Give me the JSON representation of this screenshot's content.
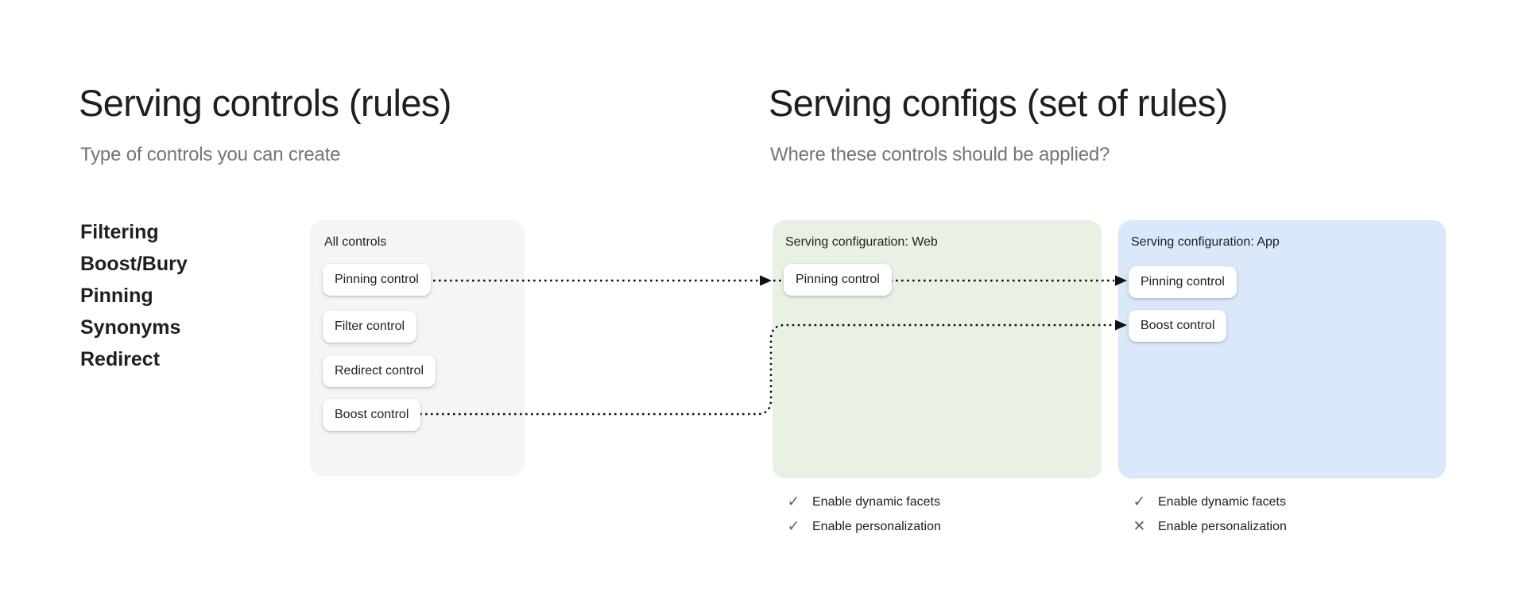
{
  "left_panel": {
    "title": "Serving controls (rules)",
    "subtitle": "Type of controls you can create",
    "control_types": [
      "Filtering",
      "Boost/Bury",
      "Pinning",
      "Synonyms",
      "Redirect"
    ],
    "all_controls_card": {
      "label": "All controls",
      "background": "#f5f5f5",
      "controls": [
        "Pinning control",
        "Filter control",
        "Redirect control",
        "Boost control"
      ]
    }
  },
  "right_panel": {
    "title": "Serving configs (set of rules)",
    "subtitle": "Where these controls should be applied?",
    "configs": [
      {
        "label": "Serving configuration: Web",
        "background": "#e9f1e5",
        "controls": [
          "Pinning control"
        ],
        "features": [
          {
            "label": "Enable dynamic facets",
            "enabled": true,
            "mark": "✓",
            "icon": "check-icon"
          },
          {
            "label": "Enable personalization",
            "enabled": true,
            "mark": "✓",
            "icon": "check-icon"
          }
        ]
      },
      {
        "label": "Serving configuration: App",
        "background": "#d9e9f9",
        "controls": [
          "Pinning control",
          "Boost control"
        ],
        "features": [
          {
            "label": "Enable dynamic facets",
            "enabled": true,
            "mark": "✓",
            "icon": "check-icon"
          },
          {
            "label": "Enable personalization",
            "enabled": false,
            "mark": "✕",
            "icon": "x-icon"
          }
        ]
      }
    ]
  },
  "connectors": {
    "color": "#111111",
    "line_style": "dotted",
    "links": [
      {
        "from": "All controls: Pinning control",
        "to": "Serving configuration Web: Pinning control"
      },
      {
        "from": "Serving configuration Web: Pinning control",
        "to": "Serving configuration App: Pinning control"
      },
      {
        "from": "All controls: Boost control",
        "to": "Serving configuration App: Boost control"
      }
    ]
  }
}
